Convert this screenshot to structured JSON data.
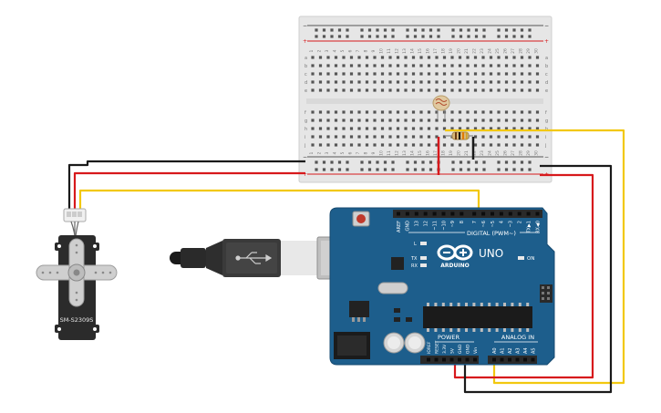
{
  "breadboard": {
    "columns": [
      "1",
      "2",
      "3",
      "4",
      "5",
      "6",
      "7",
      "8",
      "9",
      "10",
      "11",
      "12",
      "13",
      "14",
      "15",
      "16",
      "17",
      "18",
      "19",
      "20",
      "21",
      "22",
      "23",
      "24",
      "25",
      "26",
      "27",
      "28",
      "29",
      "30"
    ],
    "rows_top": [
      "a",
      "b",
      "c",
      "d",
      "e"
    ],
    "rows_bottom": [
      "f",
      "g",
      "h",
      "i",
      "j"
    ],
    "rail_minus": "−",
    "rail_plus": "+"
  },
  "servo": {
    "label": "SM-S2309S"
  },
  "arduino": {
    "brand": "ARDUINO",
    "model": "UNO",
    "on_label": "ON",
    "l_label": "L",
    "tx_label": "TX",
    "rx_label": "RX",
    "digital_label": "DIGITAL (PWM~)",
    "power_label": "POWER",
    "analog_label": "ANALOG IN",
    "top_pins": [
      "AREF",
      "GND",
      "13",
      "12",
      "~11",
      "~10",
      "~9",
      "8",
      "7",
      "~6",
      "~5",
      "4",
      "~3",
      "2",
      "TX▶1",
      "RX◀0"
    ],
    "power_pins": [
      "IOREF",
      "RESET",
      "3.3V",
      "5V",
      "GND",
      "GND",
      "Vin"
    ],
    "analog_pins": [
      "A0",
      "A1",
      "A2",
      "A3",
      "A4",
      "A5"
    ]
  },
  "colors": {
    "board_blue": "#1d5e8c",
    "wire_red": "#d7191c",
    "wire_black": "#1a1a1a",
    "wire_yellow": "#f2c80f"
  }
}
